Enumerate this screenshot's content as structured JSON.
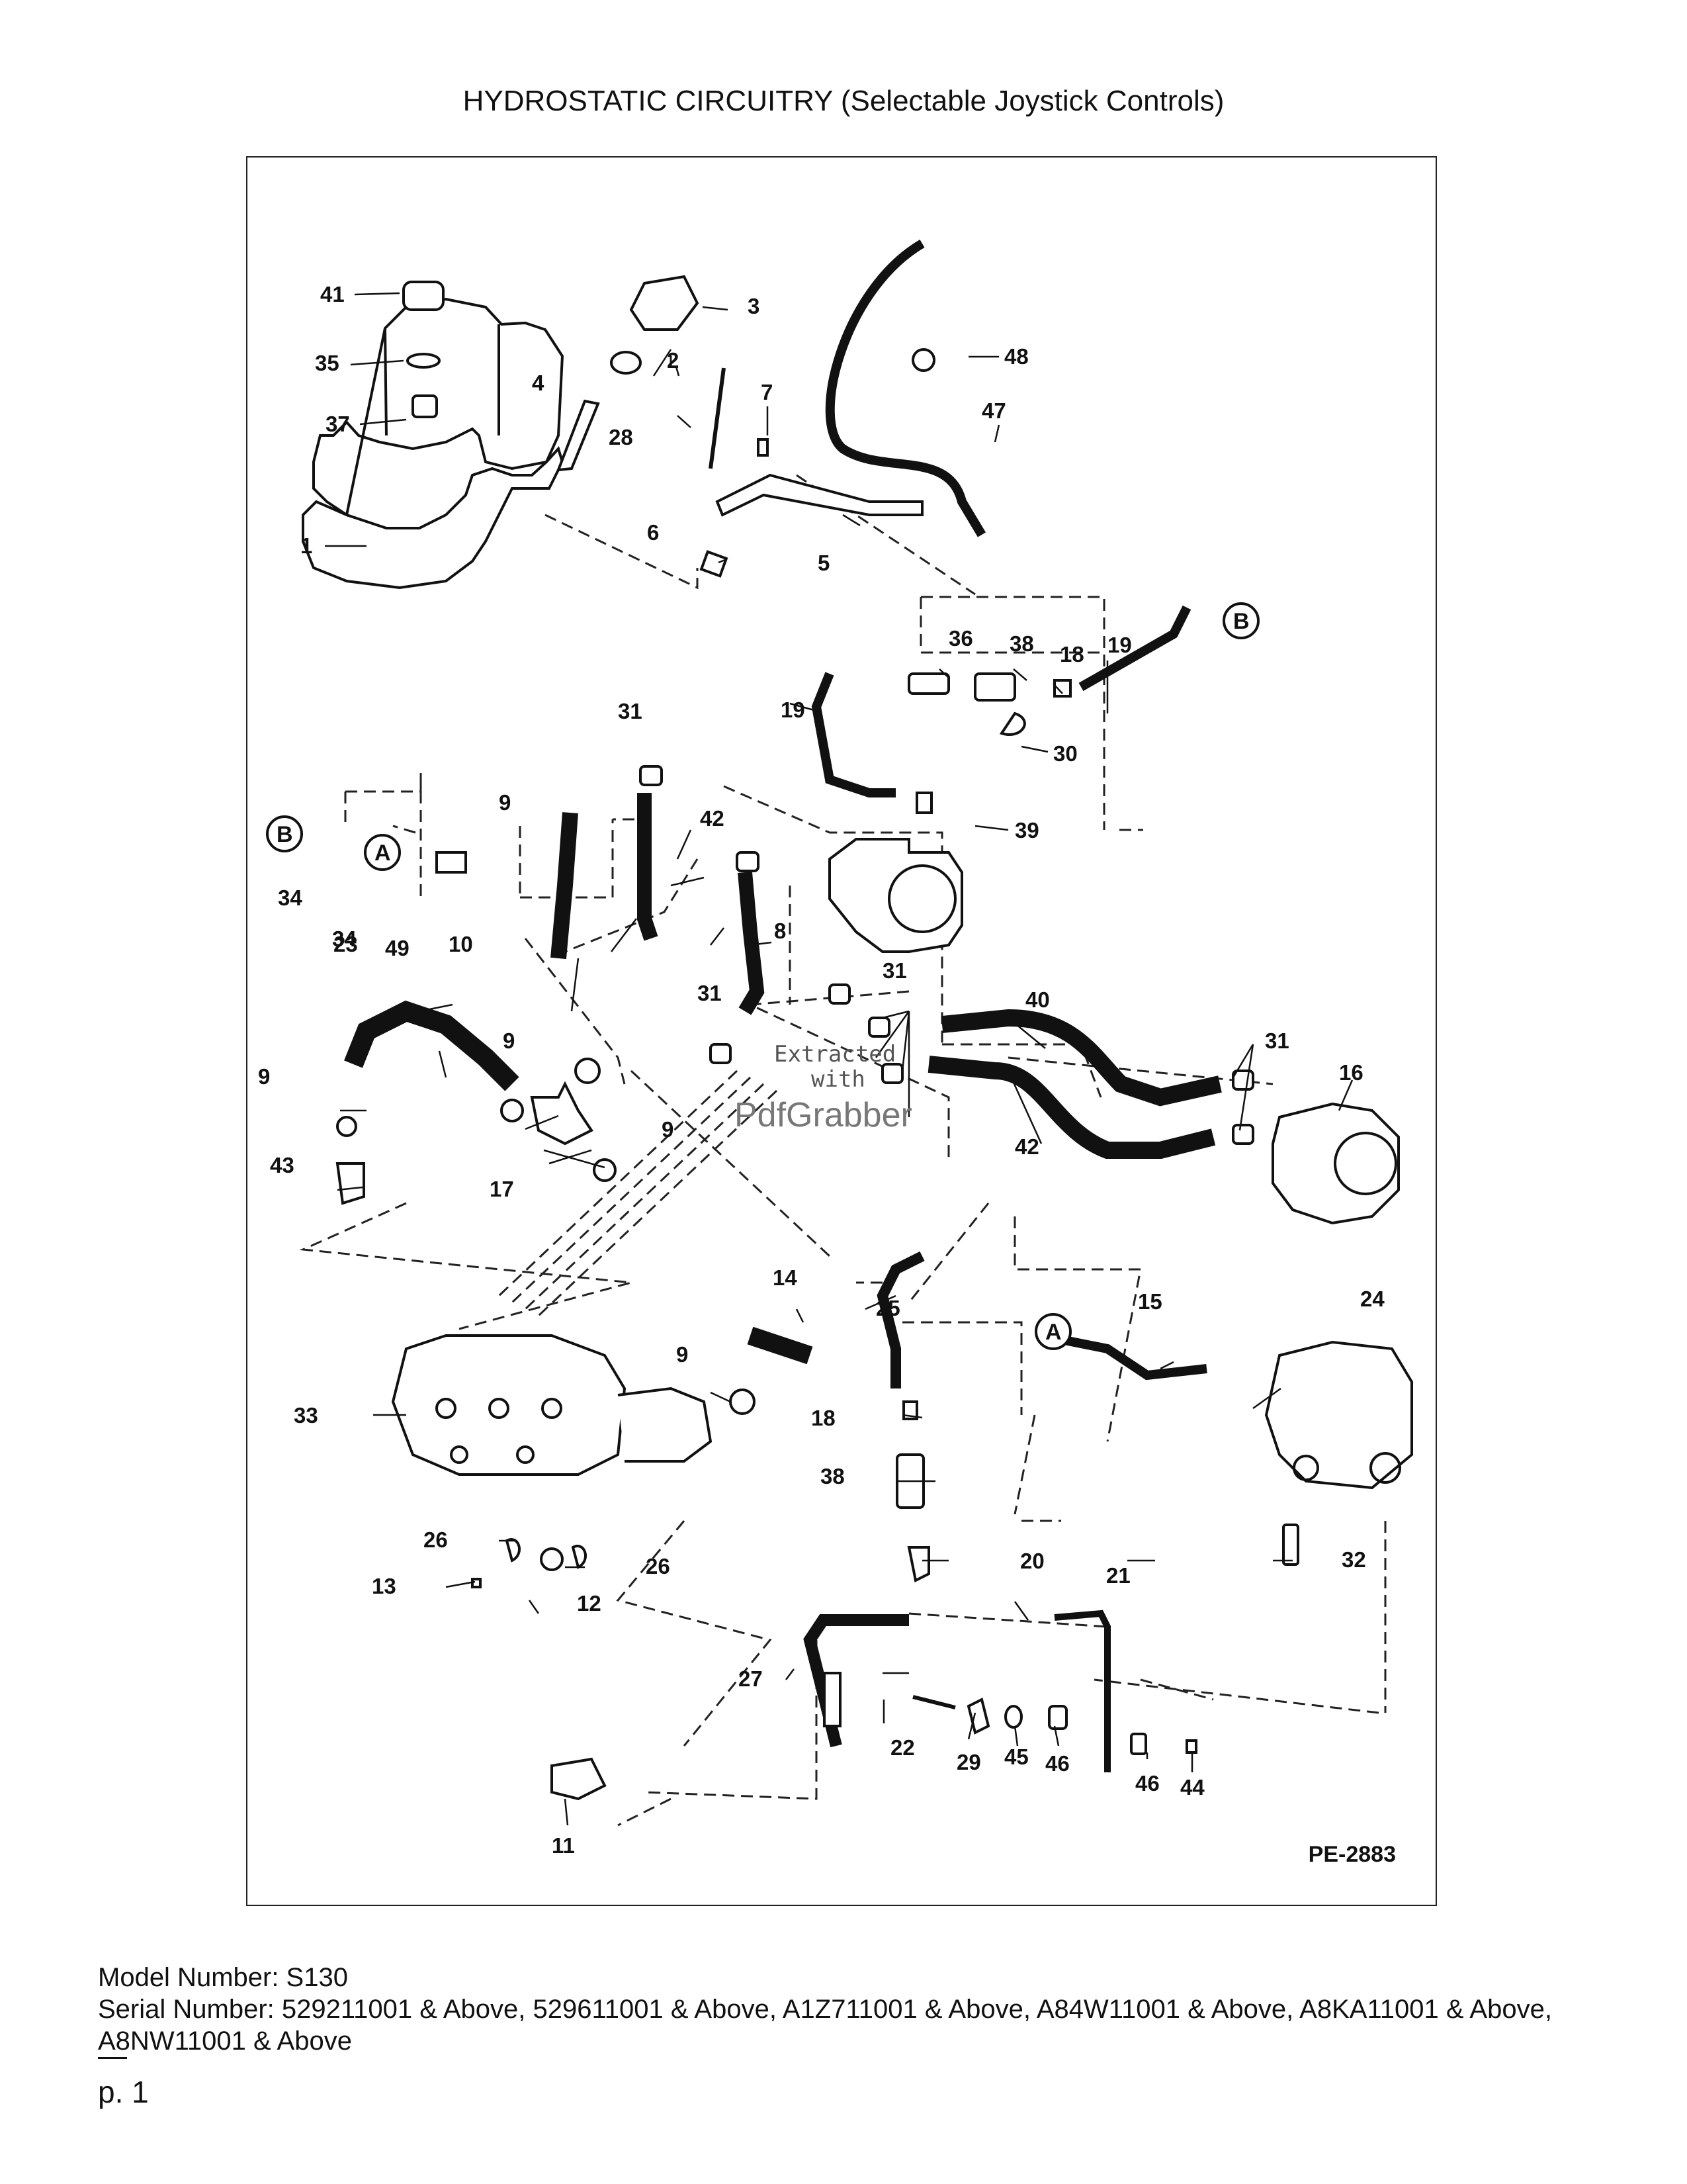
{
  "title": "HYDROSTATIC CIRCUITRY (Selectable Joystick Controls)",
  "diagram_code": "PE-2883",
  "callouts": [
    "1",
    "2",
    "3",
    "4",
    "5",
    "6",
    "7",
    "8",
    "9",
    "10",
    "11",
    "12",
    "13",
    "14",
    "15",
    "16",
    "17",
    "18",
    "19",
    "20",
    "21",
    "22",
    "23",
    "24",
    "25",
    "26",
    "27",
    "28",
    "29",
    "30",
    "31",
    "32",
    "33",
    "34",
    "35",
    "36",
    "37",
    "38",
    "39",
    "40",
    "41",
    "42",
    "43",
    "44",
    "45",
    "46",
    "47",
    "48",
    "49"
  ],
  "connector_labels": [
    "A",
    "B"
  ],
  "watermark": {
    "line1": "Extracted",
    "line2": "with",
    "line3": "PdfGrabber"
  },
  "footer": {
    "model": "Model Number: S130",
    "serial": "Serial Number: 529211001 & Above, 529611001 & Above, A1Z711001 & Above, A84W11001 & Above, A8KA11001 & Above, A8NW11001 & Above"
  },
  "page_number": "p. 1"
}
